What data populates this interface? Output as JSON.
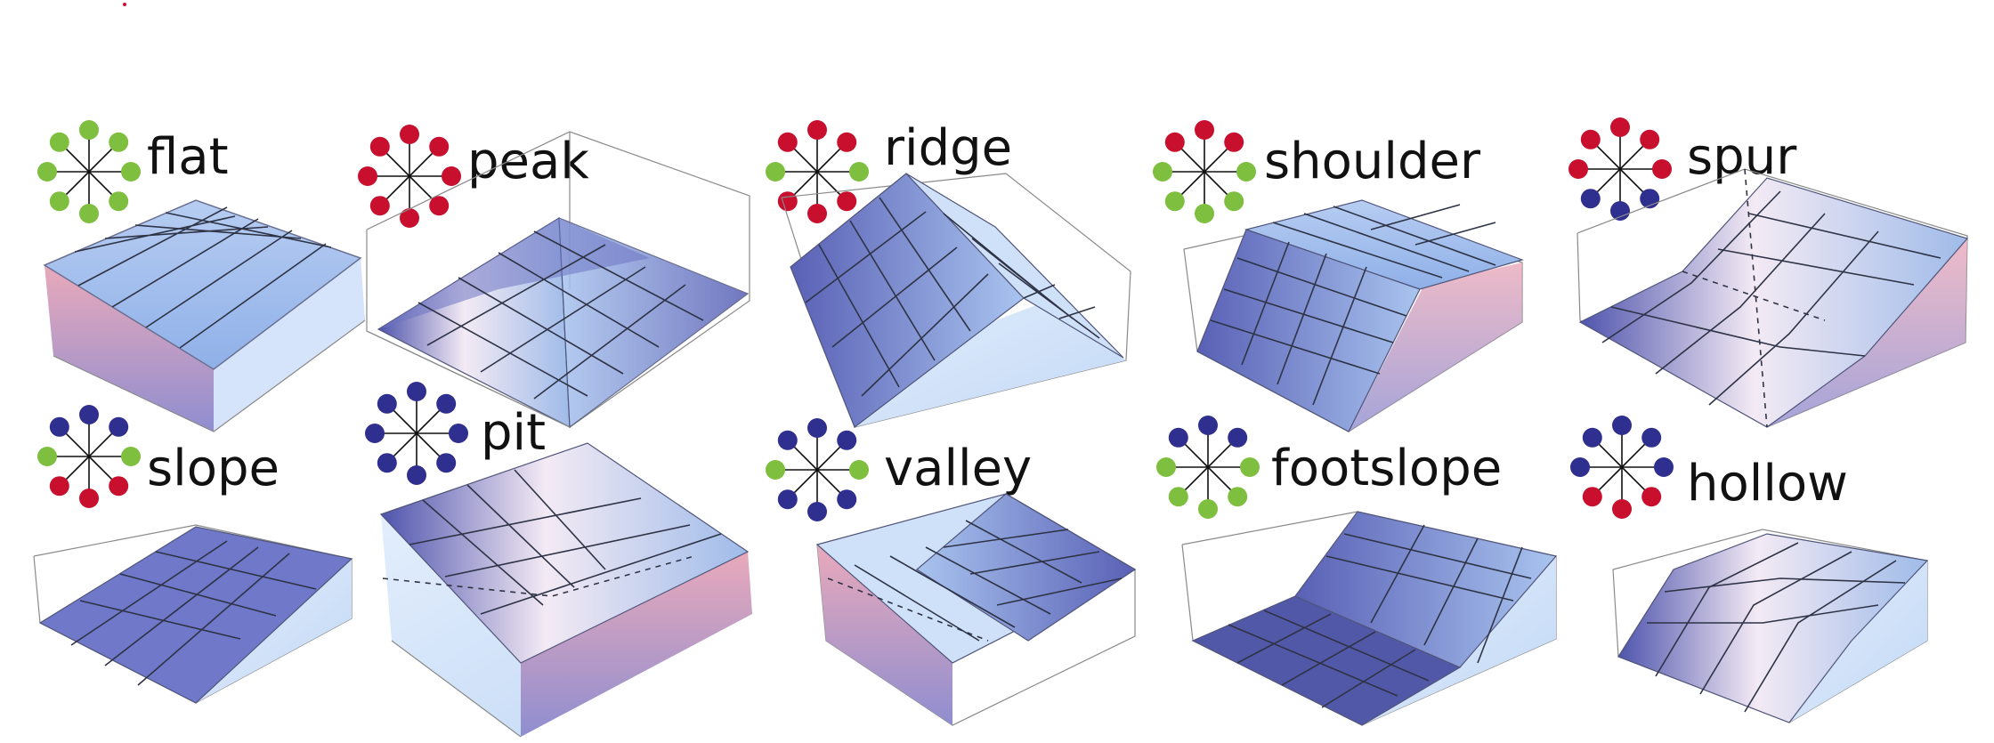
{
  "colors": {
    "neighbor_higher": "#2f2f8f",
    "neighbor_equal": "#7fbf3f",
    "neighbor_lower": "#c8102e",
    "surface_dark": "#5b60b8",
    "surface_light": "#cfe0f7",
    "side_pink": "#e6a8b6",
    "floor": "#cfe2f9"
  },
  "landforms": [
    {
      "label": "flat",
      "pattern": [
        "E",
        "E",
        "E",
        "E",
        "E",
        "E",
        "E",
        "E"
      ]
    },
    {
      "label": "peak",
      "pattern": [
        "L",
        "L",
        "L",
        "L",
        "L",
        "L",
        "L",
        "L"
      ]
    },
    {
      "label": "ridge",
      "pattern": [
        "L",
        "L",
        "E",
        "L",
        "L",
        "L",
        "E",
        "L"
      ]
    },
    {
      "label": "shoulder",
      "pattern": [
        "L",
        "L",
        "E",
        "E",
        "E",
        "E",
        "E",
        "L"
      ]
    },
    {
      "label": "spur",
      "pattern": [
        "L",
        "L",
        "L",
        "H",
        "H",
        "H",
        "L",
        "L"
      ]
    },
    {
      "label": "slope",
      "pattern": [
        "H",
        "H",
        "E",
        "L",
        "L",
        "L",
        "E",
        "H"
      ]
    },
    {
      "label": "pit",
      "pattern": [
        "H",
        "H",
        "H",
        "H",
        "H",
        "H",
        "H",
        "H"
      ]
    },
    {
      "label": "valley",
      "pattern": [
        "H",
        "H",
        "E",
        "H",
        "H",
        "H",
        "E",
        "H"
      ]
    },
    {
      "label": "footslope",
      "pattern": [
        "H",
        "H",
        "E",
        "E",
        "E",
        "E",
        "E",
        "H"
      ]
    },
    {
      "label": "hollow",
      "pattern": [
        "H",
        "H",
        "H",
        "L",
        "L",
        "L",
        "H",
        "H"
      ]
    }
  ]
}
